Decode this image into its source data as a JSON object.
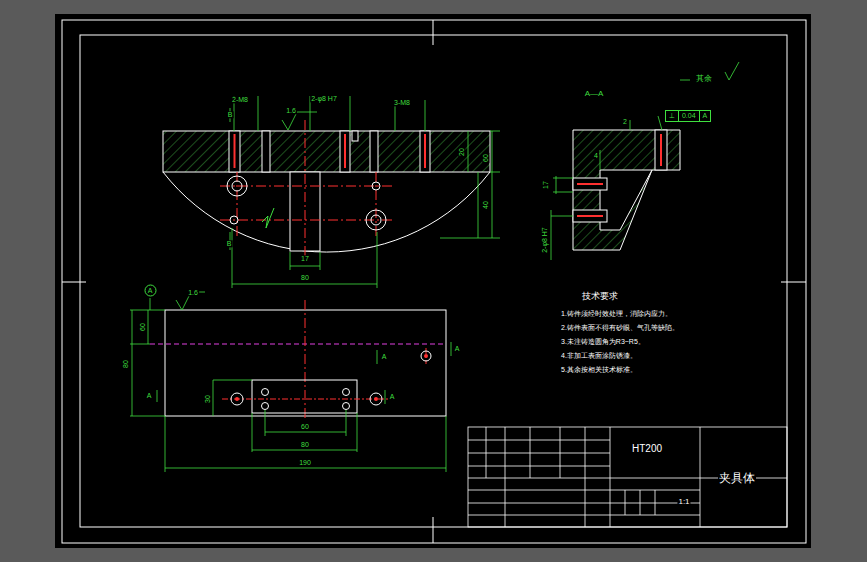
{
  "diagram": {
    "nodes": [
      {
        "text": [
          "A"
        ]
      },
      {
        "text": [
          "⊥",
          "0.04",
          "A"
        ]
      }
    ],
    "labels": [
      "2-M8",
      "1.6",
      "2-φ8 H7",
      "3-M8",
      "B",
      "B",
      "17",
      "80",
      "20",
      "60",
      "40",
      "A—A",
      "其余",
      "2",
      "4",
      "17",
      "2-φ8 H7",
      "1.6",
      "60",
      "80",
      "A",
      "A",
      "A",
      "A",
      "30",
      "60",
      "80",
      "190",
      "技术要求",
      "1.铸件须经时效处理，消除内应力。",
      "2.铸件表面不得有砂眼、气孔等缺陷。",
      "3.未注铸造圆角为R3~R5。",
      "4.非加工表面涂防锈漆。",
      "5.其余按相关技术标准。",
      "HT200",
      "夹具体",
      "1:1"
    ]
  }
}
